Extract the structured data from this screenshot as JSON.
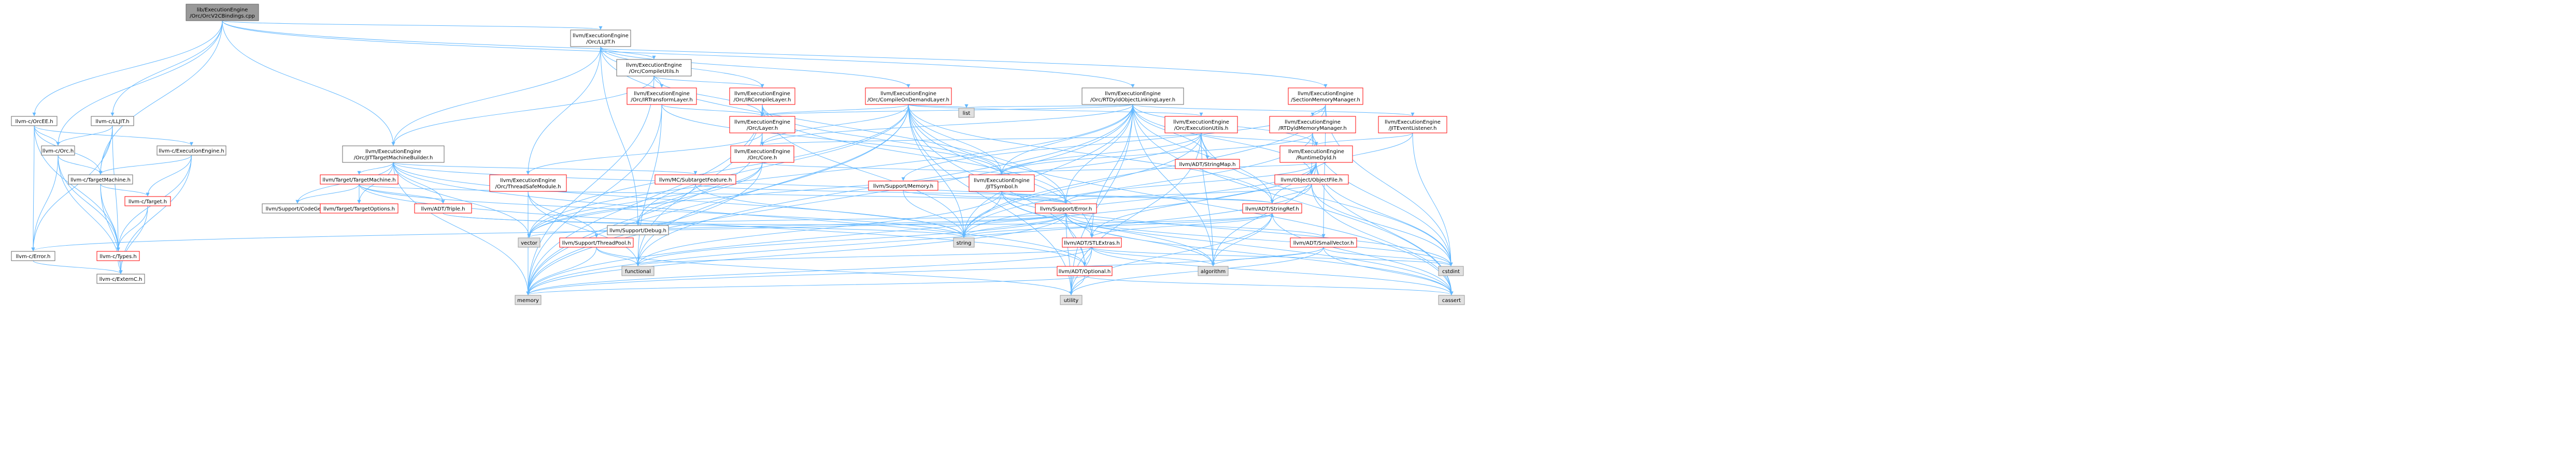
{
  "graph": {
    "nodes": [
      {
        "id": "root",
        "lines": [
          "lib/ExecutionEngine",
          "/Orc/OrcV2CBindings.cpp"
        ],
        "style": "root"
      },
      {
        "id": "orcee",
        "lines": [
          "llvm-c/OrcEE.h"
        ],
        "style": "normal"
      },
      {
        "id": "lljitc",
        "lines": [
          "llvm-c/LLJIT.h"
        ],
        "style": "normal"
      },
      {
        "id": "orcc",
        "lines": [
          "llvm-c/Orc.h"
        ],
        "style": "normal"
      },
      {
        "id": "eec",
        "lines": [
          "llvm-c/ExecutionEngine.h"
        ],
        "style": "normal"
      },
      {
        "id": "tmc",
        "lines": [
          "llvm-c/TargetMachine.h"
        ],
        "style": "normal"
      },
      {
        "id": "targetc",
        "lines": [
          "llvm-c/Target.h"
        ],
        "style": "link"
      },
      {
        "id": "errorc",
        "lines": [
          "llvm-c/Error.h"
        ],
        "style": "normal"
      },
      {
        "id": "typesc",
        "lines": [
          "llvm-c/Types.h"
        ],
        "style": "link"
      },
      {
        "id": "externc",
        "lines": [
          "llvm-c/ExternC.h"
        ],
        "style": "normal"
      },
      {
        "id": "lljit",
        "lines": [
          "llvm/ExecutionEngine",
          "/Orc/LLJIT.h"
        ],
        "style": "normal"
      },
      {
        "id": "compileutils",
        "lines": [
          "llvm/ExecutionEngine",
          "/Orc/CompileUtils.h"
        ],
        "style": "normal"
      },
      {
        "id": "compileondemand",
        "lines": [
          "llvm/ExecutionEngine",
          "/Orc/CompileOnDemandLayer.h"
        ],
        "style": "link"
      },
      {
        "id": "irtransform",
        "lines": [
          "llvm/ExecutionEngine",
          "/Orc/IRTransformLayer.h"
        ],
        "style": "link"
      },
      {
        "id": "ircompile",
        "lines": [
          "llvm/ExecutionEngine",
          "/Orc/IRCompileLayer.h"
        ],
        "style": "link"
      },
      {
        "id": "rtdyldlinking",
        "lines": [
          "llvm/ExecutionEngine",
          "/Orc/RTDyldObjectLinkingLayer.h"
        ],
        "style": "normal"
      },
      {
        "id": "sectionmem",
        "lines": [
          "llvm/ExecutionEngine",
          "/SectionMemoryManager.h"
        ],
        "style": "link"
      },
      {
        "id": "jtmb",
        "lines": [
          "llvm/ExecutionEngine",
          "/Orc/JITTargetMachineBuilder.h"
        ],
        "style": "normal"
      },
      {
        "id": "layer",
        "lines": [
          "llvm/ExecutionEngine",
          "/Orc/Layer.h"
        ],
        "style": "link"
      },
      {
        "id": "executils",
        "lines": [
          "llvm/ExecutionEngine",
          "/Orc/ExecutionUtils.h"
        ],
        "style": "link"
      },
      {
        "id": "rtdyldmm",
        "lines": [
          "llvm/ExecutionEngine",
          "/RTDyldMemoryManager.h"
        ],
        "style": "link"
      },
      {
        "id": "jiteventlistener",
        "lines": [
          "llvm/ExecutionEngine",
          "/JITEventListener.h"
        ],
        "style": "link"
      },
      {
        "id": "core",
        "lines": [
          "llvm/ExecutionEngine",
          "/Orc/Core.h"
        ],
        "style": "link"
      },
      {
        "id": "runtimedyld",
        "lines": [
          "llvm/ExecutionEngine",
          "/RuntimeDyld.h"
        ],
        "style": "link"
      },
      {
        "id": "stringmap",
        "lines": [
          "llvm/ADT/StringMap.h"
        ],
        "style": "link"
      },
      {
        "id": "list",
        "lines": [
          "list"
        ],
        "style": "ext"
      },
      {
        "id": "tmh",
        "lines": [
          "llvm/Target/TargetMachine.h"
        ],
        "style": "link"
      },
      {
        "id": "tsmodule",
        "lines": [
          "llvm/ExecutionEngine",
          "/Orc/ThreadSafeModule.h"
        ],
        "style": "link"
      },
      {
        "id": "subtarget",
        "lines": [
          "llvm/MC/SubtargetFeature.h"
        ],
        "style": "link"
      },
      {
        "id": "jitsymbol",
        "lines": [
          "llvm/ExecutionEngine",
          "/JITSymbol.h"
        ],
        "style": "link"
      },
      {
        "id": "supmem",
        "lines": [
          "llvm/Support/Memory.h"
        ],
        "style": "link"
      },
      {
        "id": "objectfile",
        "lines": [
          "llvm/Object/ObjectFile.h"
        ],
        "style": "link"
      },
      {
        "id": "codegen",
        "lines": [
          "llvm/Support/CodeGen.h"
        ],
        "style": "normal"
      },
      {
        "id": "targetoptions",
        "lines": [
          "llvm/Target/TargetOptions.h"
        ],
        "style": "link"
      },
      {
        "id": "triple",
        "lines": [
          "llvm/ADT/Triple.h"
        ],
        "style": "link"
      },
      {
        "id": "threadpool",
        "lines": [
          "llvm/Support/ThreadPool.h"
        ],
        "style": "link"
      },
      {
        "id": "debug",
        "lines": [
          "llvm/Support/Debug.h"
        ],
        "style": "normal"
      },
      {
        "id": "superror",
        "lines": [
          "llvm/Support/Error.h"
        ],
        "style": "link"
      },
      {
        "id": "stringref",
        "lines": [
          "llvm/ADT/StringRef.h"
        ],
        "style": "link"
      },
      {
        "id": "smallvector",
        "lines": [
          "llvm/ADT/SmallVector.h"
        ],
        "style": "link"
      },
      {
        "id": "stlextras",
        "lines": [
          "llvm/ADT/STLExtras.h"
        ],
        "style": "link"
      },
      {
        "id": "optional",
        "lines": [
          "llvm/ADT/Optional.h"
        ],
        "style": "link"
      },
      {
        "id": "vector",
        "lines": [
          "vector"
        ],
        "style": "ext"
      },
      {
        "id": "string",
        "lines": [
          "string"
        ],
        "style": "ext"
      },
      {
        "id": "functional",
        "lines": [
          "functional"
        ],
        "style": "ext"
      },
      {
        "id": "memory",
        "lines": [
          "memory"
        ],
        "style": "ext"
      },
      {
        "id": "utility",
        "lines": [
          "utility"
        ],
        "style": "ext"
      },
      {
        "id": "algorithm",
        "lines": [
          "algorithm"
        ],
        "style": "ext"
      },
      {
        "id": "cstdint",
        "lines": [
          "cstdint"
        ],
        "style": "ext"
      },
      {
        "id": "cassert",
        "lines": [
          "cassert"
        ],
        "style": "ext"
      }
    ],
    "edges": [
      [
        "root",
        "orcee"
      ],
      [
        "root",
        "lljitc"
      ],
      [
        "root",
        "orcc"
      ],
      [
        "root",
        "tmc"
      ],
      [
        "root",
        "lljit"
      ],
      [
        "root",
        "rtdyldlinking"
      ],
      [
        "root",
        "sectionmem"
      ],
      [
        "root",
        "jtmb"
      ],
      [
        "orcee",
        "eec"
      ],
      [
        "orcee",
        "errorc"
      ],
      [
        "orcee",
        "orcc"
      ],
      [
        "orcee",
        "tmc"
      ],
      [
        "orcee",
        "typesc"
      ],
      [
        "lljitc",
        "errorc"
      ],
      [
        "lljitc",
        "orcc"
      ],
      [
        "lljitc",
        "tmc"
      ],
      [
        "lljitc",
        "typesc"
      ],
      [
        "orcc",
        "errorc"
      ],
      [
        "orcc",
        "tmc"
      ],
      [
        "orcc",
        "typesc"
      ],
      [
        "orcc",
        "externc"
      ],
      [
        "eec",
        "tmc"
      ],
      [
        "eec",
        "targetc"
      ],
      [
        "eec",
        "typesc"
      ],
      [
        "eec",
        "externc"
      ],
      [
        "tmc",
        "targetc"
      ],
      [
        "tmc",
        "typesc"
      ],
      [
        "tmc",
        "externc"
      ],
      [
        "targetc",
        "typesc"
      ],
      [
        "targetc",
        "externc"
      ],
      [
        "errorc",
        "externc"
      ],
      [
        "typesc",
        "externc"
      ],
      [
        "lljit",
        "compileutils"
      ],
      [
        "lljit",
        "compileondemand"
      ],
      [
        "lljit",
        "irtransform"
      ],
      [
        "lljit",
        "ircompile"
      ],
      [
        "lljit",
        "jtmb"
      ],
      [
        "lljit",
        "tsmodule"
      ],
      [
        "lljit",
        "superror"
      ],
      [
        "lljit",
        "debug"
      ],
      [
        "compileutils",
        "ircompile"
      ],
      [
        "compileutils",
        "jtmb"
      ],
      [
        "compileutils",
        "layer"
      ],
      [
        "compileutils",
        "memory"
      ],
      [
        "compileondemand",
        "layer"
      ],
      [
        "compileondemand",
        "executils"
      ],
      [
        "compileondemand",
        "core"
      ],
      [
        "compileondemand",
        "list"
      ],
      [
        "compileondemand",
        "memory"
      ],
      [
        "compileondemand",
        "string"
      ],
      [
        "compileondemand",
        "optional"
      ],
      [
        "compileondemand",
        "stlextras"
      ],
      [
        "compileondemand",
        "stringref"
      ],
      [
        "compileondemand",
        "debug"
      ],
      [
        "compileondemand",
        "functional"
      ],
      [
        "compileondemand",
        "cassert"
      ],
      [
        "compileondemand",
        "utility"
      ],
      [
        "compileondemand",
        "vector"
      ],
      [
        "compileondemand",
        "jitsymbol"
      ],
      [
        "irtransform",
        "layer"
      ],
      [
        "irtransform",
        "memory"
      ],
      [
        "irtransform",
        "jitsymbol"
      ],
      [
        "irtransform",
        "functional"
      ],
      [
        "ircompile",
        "layer"
      ],
      [
        "ircompile",
        "memory"
      ],
      [
        "ircompile",
        "jitsymbol"
      ],
      [
        "ircompile",
        "superror"
      ],
      [
        "ircompile",
        "functional"
      ],
      [
        "ircompile",
        "string"
      ],
      [
        "rtdyldlinking",
        "layer"
      ],
      [
        "rtdyldlinking",
        "core"
      ],
      [
        "rtdyldlinking",
        "runtimedyld"
      ],
      [
        "rtdyldlinking",
        "jitsymbol"
      ],
      [
        "rtdyldlinking",
        "jiteventlistener"
      ],
      [
        "rtdyldlinking",
        "objectfile"
      ],
      [
        "rtdyldlinking",
        "stringmap"
      ],
      [
        "rtdyldlinking",
        "superror"
      ],
      [
        "rtdyldlinking",
        "stringref"
      ],
      [
        "rtdyldlinking",
        "stlextras"
      ],
      [
        "rtdyldlinking",
        "list"
      ],
      [
        "rtdyldlinking",
        "memory"
      ],
      [
        "rtdyldlinking",
        "string"
      ],
      [
        "rtdyldlinking",
        "utility"
      ],
      [
        "rtdyldlinking",
        "algorithm"
      ],
      [
        "rtdyldlinking",
        "cassert"
      ],
      [
        "rtdyldlinking",
        "functional"
      ],
      [
        "rtdyldlinking",
        "vector"
      ],
      [
        "sectionmem",
        "rtdyldmm"
      ],
      [
        "sectionmem",
        "smallvector"
      ],
      [
        "sectionmem",
        "supmem"
      ],
      [
        "sectionmem",
        "cstdint"
      ],
      [
        "sectionmem",
        "string"
      ],
      [
        "jtmb",
        "tmh"
      ],
      [
        "jtmb",
        "subtarget"
      ],
      [
        "jtmb",
        "triple"
      ],
      [
        "jtmb",
        "codegen"
      ],
      [
        "jtmb",
        "targetoptions"
      ],
      [
        "jtmb",
        "superror"
      ],
      [
        "jtmb",
        "memory"
      ],
      [
        "jtmb",
        "string"
      ],
      [
        "jtmb",
        "vector"
      ],
      [
        "jtmb",
        "optional"
      ],
      [
        "layer",
        "core"
      ],
      [
        "layer",
        "tsmodule"
      ],
      [
        "layer",
        "memory"
      ],
      [
        "executils",
        "core"
      ],
      [
        "executils",
        "runtimedyld"
      ],
      [
        "executils",
        "stringmap"
      ],
      [
        "executils",
        "jitsymbol"
      ],
      [
        "executils",
        "algorithm"
      ],
      [
        "executils",
        "cstdint"
      ],
      [
        "executils",
        "string"
      ],
      [
        "executils",
        "utility"
      ],
      [
        "executils",
        "vector"
      ],
      [
        "rtdyldmm",
        "runtimedyld"
      ],
      [
        "rtdyldmm",
        "jitsymbol"
      ],
      [
        "rtdyldmm",
        "objectfile"
      ],
      [
        "rtdyldmm",
        "cstdint"
      ],
      [
        "rtdyldmm",
        "string"
      ],
      [
        "jiteventlistener",
        "runtimedyld"
      ],
      [
        "jiteventlistener",
        "objectfile"
      ],
      [
        "jiteventlistener",
        "cstdint"
      ],
      [
        "core",
        "jitsymbol"
      ],
      [
        "core",
        "debug"
      ],
      [
        "core",
        "vector"
      ],
      [
        "core",
        "memory"
      ],
      [
        "runtimedyld",
        "jitsymbol"
      ],
      [
        "runtimedyld",
        "objectfile"
      ],
      [
        "runtimedyld",
        "superror"
      ],
      [
        "runtimedyld",
        "stringref"
      ],
      [
        "runtimedyld",
        "stlextras"
      ],
      [
        "runtimedyld",
        "algorithm"
      ],
      [
        "runtimedyld",
        "cassert"
      ],
      [
        "runtimedyld",
        "cstdint"
      ],
      [
        "runtimedyld",
        "memory"
      ],
      [
        "runtimedyld",
        "string"
      ],
      [
        "tmh",
        "triple"
      ],
      [
        "tmh",
        "targetoptions"
      ],
      [
        "tmh",
        "codegen"
      ],
      [
        "tmh",
        "superror"
      ],
      [
        "tmh",
        "string"
      ],
      [
        "tmh",
        "optional"
      ],
      [
        "tsmodule",
        "threadpool"
      ],
      [
        "tsmodule",
        "functional"
      ],
      [
        "tsmodule",
        "memory"
      ],
      [
        "subtarget",
        "stringref"
      ],
      [
        "subtarget",
        "vector"
      ],
      [
        "subtarget",
        "string"
      ],
      [
        "jitsymbol",
        "superror"
      ],
      [
        "jitsymbol",
        "stringref"
      ],
      [
        "jitsymbol",
        "algorithm"
      ],
      [
        "jitsymbol",
        "cassert"
      ],
      [
        "jitsymbol",
        "cstddef"
      ],
      [
        "jitsymbol",
        "cstdint"
      ],
      [
        "jitsymbol",
        "functional"
      ],
      [
        "jitsymbol",
        "string"
      ],
      [
        "supmem",
        "superror"
      ],
      [
        "supmem",
        "string"
      ],
      [
        "objectfile",
        "stringref"
      ],
      [
        "objectfile",
        "superror"
      ],
      [
        "objectfile",
        "cassert"
      ],
      [
        "objectfile",
        "cstdint"
      ],
      [
        "objectfile",
        "memory"
      ],
      [
        "threadpool",
        "functional"
      ],
      [
        "threadpool",
        "memory"
      ],
      [
        "threadpool",
        "utility"
      ],
      [
        "superror",
        "errorc"
      ],
      [
        "superror",
        "stlextras"
      ],
      [
        "superror",
        "smallvector"
      ],
      [
        "superror",
        "debug"
      ],
      [
        "superror",
        "optional"
      ],
      [
        "superror",
        "algorithm"
      ],
      [
        "superror",
        "cassert"
      ],
      [
        "superror",
        "cstdint"
      ],
      [
        "superror",
        "functional"
      ],
      [
        "superror",
        "memory"
      ],
      [
        "superror",
        "string"
      ],
      [
        "superror",
        "utility"
      ],
      [
        "superror",
        "vector"
      ],
      [
        "stringref",
        "stlextras"
      ],
      [
        "stringref",
        "algorithm"
      ],
      [
        "stringref",
        "cassert"
      ],
      [
        "stringref",
        "string"
      ],
      [
        "stringref",
        "utility"
      ],
      [
        "stringref",
        "cstddef"
      ],
      [
        "smallvector",
        "algorithm"
      ],
      [
        "smallvector",
        "cassert"
      ],
      [
        "smallvector",
        "cstdint"
      ],
      [
        "smallvector",
        "memory"
      ],
      [
        "smallvector",
        "utility"
      ],
      [
        "stlextras",
        "optional"
      ],
      [
        "stlextras",
        "algorithm"
      ],
      [
        "stlextras",
        "cassert"
      ],
      [
        "stlextras",
        "cstdint"
      ],
      [
        "stlextras",
        "functional"
      ],
      [
        "stlextras",
        "memory"
      ],
      [
        "stlextras",
        "utility"
      ],
      [
        "optional",
        "cassert"
      ],
      [
        "optional",
        "memory"
      ],
      [
        "optional",
        "utility"
      ],
      [
        "triple",
        "stringref"
      ],
      [
        "triple",
        "string"
      ]
    ]
  }
}
